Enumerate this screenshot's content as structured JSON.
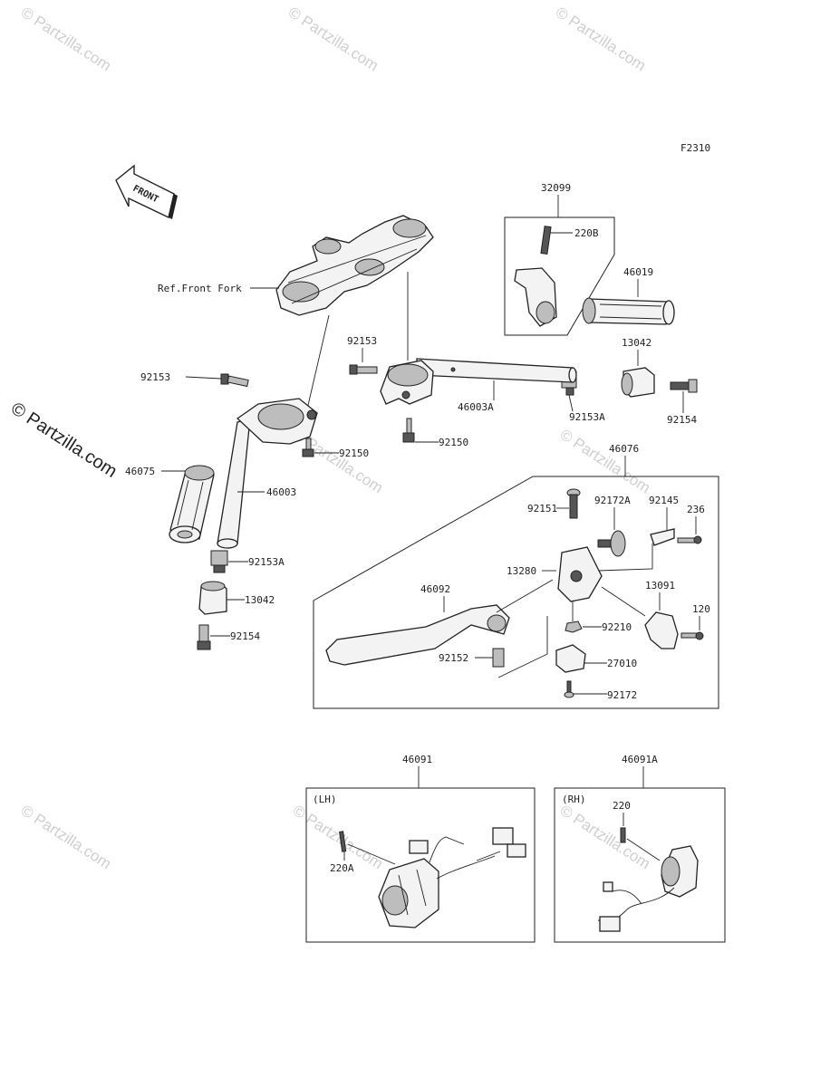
{
  "diagram": {
    "figure_code": "F2310",
    "front_arrow": "FRONT",
    "watermark": "© Partzilla.com",
    "group_labels": {
      "lh": "(LH)",
      "rh": "(RH)"
    },
    "callouts": {
      "ref_front_fork": "Ref.Front Fork",
      "p32099": "32099",
      "p220B": "220B",
      "p46019": "46019",
      "p13042_top": "13042",
      "p92153_mid": "92153",
      "p46003A": "46003A",
      "p92153A_top": "92153A",
      "p92154_top": "92154",
      "p92150_right": "92150",
      "p92153_left": "92153",
      "p92150_left": "92150",
      "p46075": "46075",
      "p46003": "46003",
      "p92153A_left": "92153A",
      "p13042_left": "13042",
      "p92154_left": "92154",
      "p46076": "46076",
      "p92151": "92151",
      "p92172A": "92172A",
      "p92145": "92145",
      "p236": "236",
      "p13280": "13280",
      "p46092": "46092",
      "p13091": "13091",
      "p120": "120",
      "p92210": "92210",
      "p92152": "92152",
      "p27010": "27010",
      "p92172": "92172",
      "p46091": "46091",
      "p46091A": "46091A",
      "p220A": "220A",
      "p220": "220"
    }
  }
}
